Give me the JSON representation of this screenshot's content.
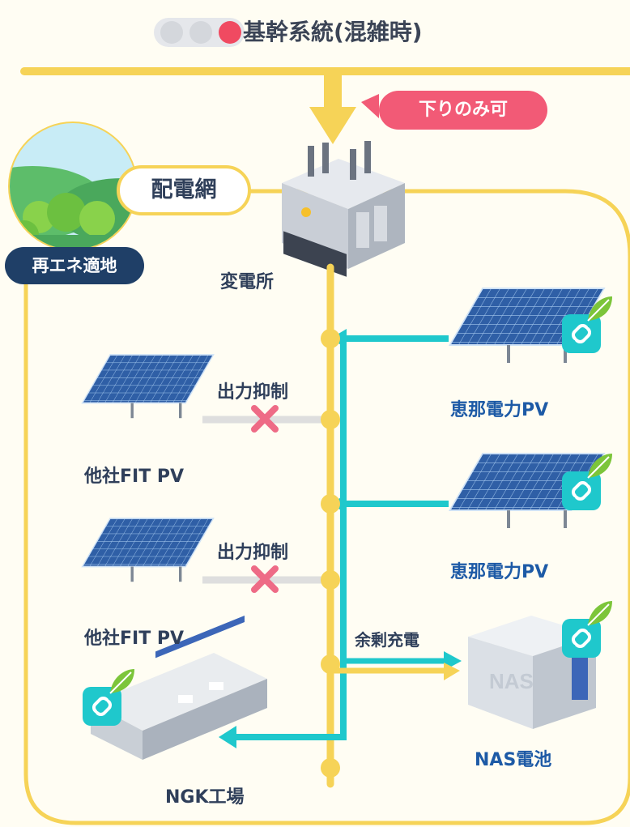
{
  "header": {
    "title": "基幹系統(混雑時)",
    "signal_colors": [
      "#d4d7dc",
      "#d4d7dc",
      "#f04a61"
    ]
  },
  "flow_badge": "下りのみ可",
  "grid_badge": "配電網",
  "renewable_site_label": "再エネ適地",
  "substation_label": "変電所",
  "nodes": {
    "ena_pv_top": "恵那電力PV",
    "ena_pv_mid": "恵那電力PV",
    "other_pv_top": "他社FIT PV",
    "other_pv_bottom": "他社FIT PV",
    "nas_battery": "NAS電池",
    "ngk_factory": "NGK工場"
  },
  "curtail_labels": [
    "出力抑制",
    "出力抑制"
  ],
  "surplus_label": "余剰充電",
  "colors": {
    "grid_line": "#f6d357",
    "flow_arrow": "#1fc8cc",
    "curtail_cross": "#ee6b86",
    "badge_red": "#f25a76",
    "badge_navy": "#1f3f67",
    "app_icon": "#1fc8cc",
    "leaf": "#7cc53a"
  },
  "icons": [
    "link-app-icon",
    "leaf-icon",
    "solar-panel-icon",
    "substation-icon",
    "battery-container-icon",
    "factory-icon",
    "forest-icon",
    "signal-light-icon"
  ]
}
